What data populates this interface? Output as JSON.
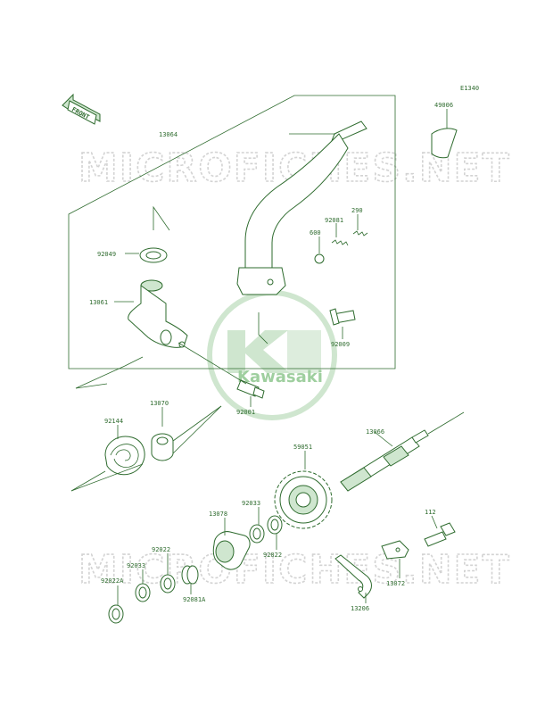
{
  "diagram": {
    "figure_code": "E1340",
    "front_label": "FRONT",
    "watermark_text": "MICROFICHES.NET",
    "logo_text": "Kawasaki",
    "colors": {
      "line": "#2e6b2e",
      "watermark": "#d3d3d3",
      "logo": "#7fbf7f"
    },
    "parts": {
      "p49006": "49006",
      "p13064": "13064",
      "p92081": "92081",
      "p290": "290",
      "p600": "600",
      "p92049": "92049",
      "p13061": "13061",
      "p92009": "92009",
      "p92001": "92001",
      "p92144": "92144",
      "p13070": "13070",
      "p59051": "59051",
      "p13066": "13066",
      "p13078": "13078",
      "p92033a": "92033",
      "p92022a": "92022",
      "p92022b": "92022",
      "p92033b": "92033",
      "p92022A": "92022A",
      "p92081A": "92081A",
      "p112": "112",
      "p13072": "13072",
      "p13206": "13206"
    }
  }
}
